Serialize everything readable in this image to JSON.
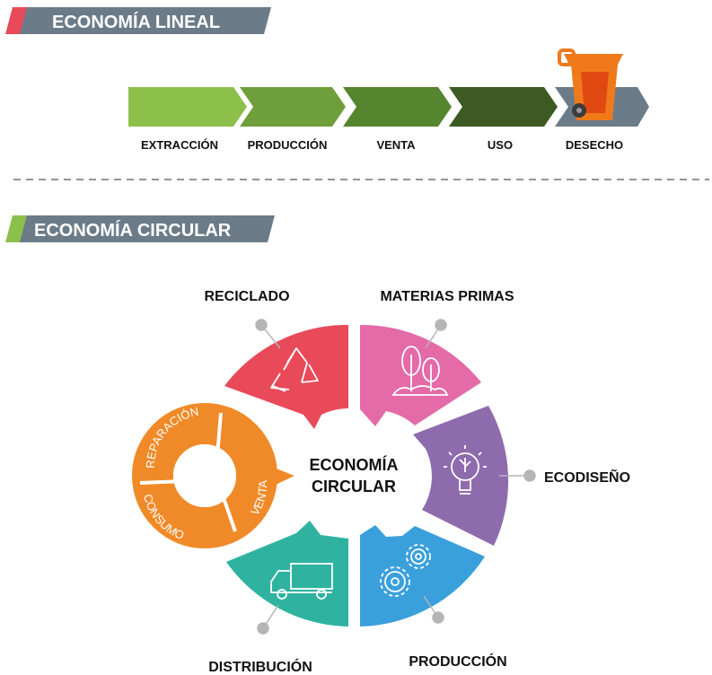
{
  "linear": {
    "header": "ECONOMÍA LINEAL",
    "steps": [
      {
        "label": "EXTRACCIÓN",
        "color": "#8cc04a"
      },
      {
        "label": "PRODUCCIÓN",
        "color": "#6f9f3a"
      },
      {
        "label": "VENTA",
        "color": "#55852e"
      },
      {
        "label": "USO",
        "color": "#3d5a22"
      },
      {
        "label": "DESECHO",
        "color": "#6b7b88"
      }
    ],
    "bin_color": "#f07a1a"
  },
  "circular": {
    "header": "ECONOMÍA CIRCULAR",
    "center_line1": "ECONOMÍA",
    "center_line2": "CIRCULAR",
    "segments": [
      {
        "label": "RECICLADO",
        "color": "#e84a5a",
        "icon": "recycle-icon"
      },
      {
        "label": "MATERIAS PRIMAS",
        "color": "#e46aa8",
        "icon": "plants-icon"
      },
      {
        "label": "ECODISEÑO",
        "color": "#8e6bad",
        "icon": "lightbulb-icon"
      },
      {
        "label": "PRODUCCIÓN",
        "color": "#3aa0dc",
        "icon": "gears-icon"
      },
      {
        "label": "DISTRIBUCIÓN",
        "color": "#2fb3a0",
        "icon": "truck-icon"
      }
    ],
    "inner_ring": {
      "color": "#f08a28",
      "labels": [
        "REPARACIÓN",
        "VENTA",
        "CONSUMO"
      ]
    }
  },
  "colors": {
    "header_bg": "#6b7b88",
    "linear_accent": "#e84a5a",
    "circular_accent": "#8cc04a",
    "divider": "#555555",
    "connector": "#b5b5b5"
  }
}
